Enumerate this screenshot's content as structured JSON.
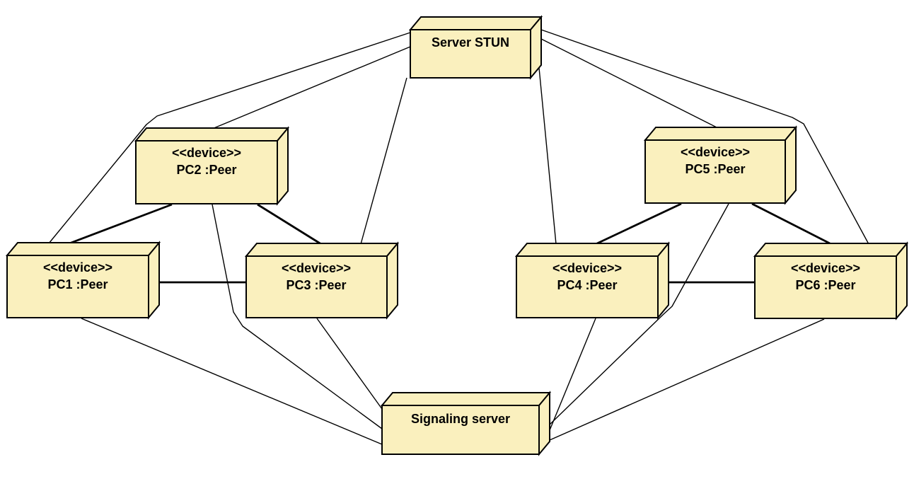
{
  "diagram": {
    "kind": "UML deployment diagram",
    "colors": {
      "background": "#ffffff",
      "node_fill": "#FAF0BE",
      "node_stroke": "#000000",
      "edge_color": "#000000"
    },
    "nodes": [
      {
        "id": "server-stun",
        "stereotype": "",
        "label": "Server STUN"
      },
      {
        "id": "pc2",
        "stereotype": "<<device>>",
        "label": "PC2 :Peer"
      },
      {
        "id": "pc5",
        "stereotype": "<<device>>",
        "label": "PC5 :Peer"
      },
      {
        "id": "pc1",
        "stereotype": "<<device>>",
        "label": "PC1 :Peer"
      },
      {
        "id": "pc3",
        "stereotype": "<<device>>",
        "label": "PC3 :Peer"
      },
      {
        "id": "pc4",
        "stereotype": "<<device>>",
        "label": "PC4 :Peer"
      },
      {
        "id": "pc6",
        "stereotype": "<<device>>",
        "label": "PC6 :Peer"
      },
      {
        "id": "signaling-server",
        "stereotype": "",
        "label": "Signaling server"
      }
    ],
    "edges": [
      {
        "from": "server-stun",
        "to": "pc1",
        "line_style": "thin"
      },
      {
        "from": "server-stun",
        "to": "pc2",
        "line_style": "thin"
      },
      {
        "from": "server-stun",
        "to": "pc3",
        "line_style": "thin"
      },
      {
        "from": "server-stun",
        "to": "pc4",
        "line_style": "thin"
      },
      {
        "from": "server-stun",
        "to": "pc5",
        "line_style": "thin"
      },
      {
        "from": "server-stun",
        "to": "pc6",
        "line_style": "thin"
      },
      {
        "from": "signaling-server",
        "to": "pc1",
        "line_style": "thin"
      },
      {
        "from": "signaling-server",
        "to": "pc2",
        "line_style": "thin"
      },
      {
        "from": "signaling-server",
        "to": "pc3",
        "line_style": "thin"
      },
      {
        "from": "signaling-server",
        "to": "pc4",
        "line_style": "thin"
      },
      {
        "from": "signaling-server",
        "to": "pc5",
        "line_style": "thin"
      },
      {
        "from": "signaling-server",
        "to": "pc6",
        "line_style": "thin"
      },
      {
        "from": "pc1",
        "to": "pc2",
        "line_style": "thick"
      },
      {
        "from": "pc2",
        "to": "pc3",
        "line_style": "thick"
      },
      {
        "from": "pc1",
        "to": "pc3",
        "line_style": "thick"
      },
      {
        "from": "pc4",
        "to": "pc5",
        "line_style": "thick"
      },
      {
        "from": "pc5",
        "to": "pc6",
        "line_style": "thick"
      },
      {
        "from": "pc4",
        "to": "pc6",
        "line_style": "thick"
      }
    ]
  }
}
